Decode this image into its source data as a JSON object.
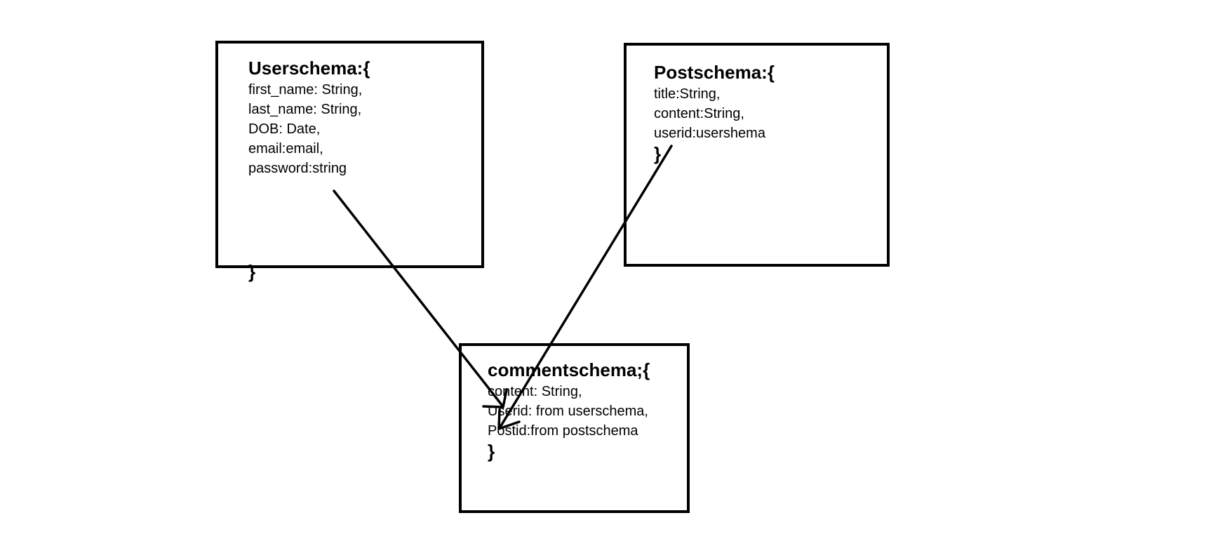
{
  "user_schema": {
    "title": "Userschema:{",
    "fields": [
      "first_name: String,",
      "last_name: String,",
      "DOB: Date,",
      "email:email,",
      "password:string"
    ],
    "close": "}"
  },
  "post_schema": {
    "title": "Postschema:{",
    "fields": [
      "title:String,",
      "content:String,",
      "userid:usershema"
    ],
    "close": "}"
  },
  "comment_schema": {
    "title": "commentschema;{",
    "fields": [
      "content: String,",
      "Userid: from userschema,",
      "Postid:from postschema"
    ],
    "close": "}"
  },
  "colors": {
    "stroke": "#000000",
    "background": "#ffffff"
  }
}
